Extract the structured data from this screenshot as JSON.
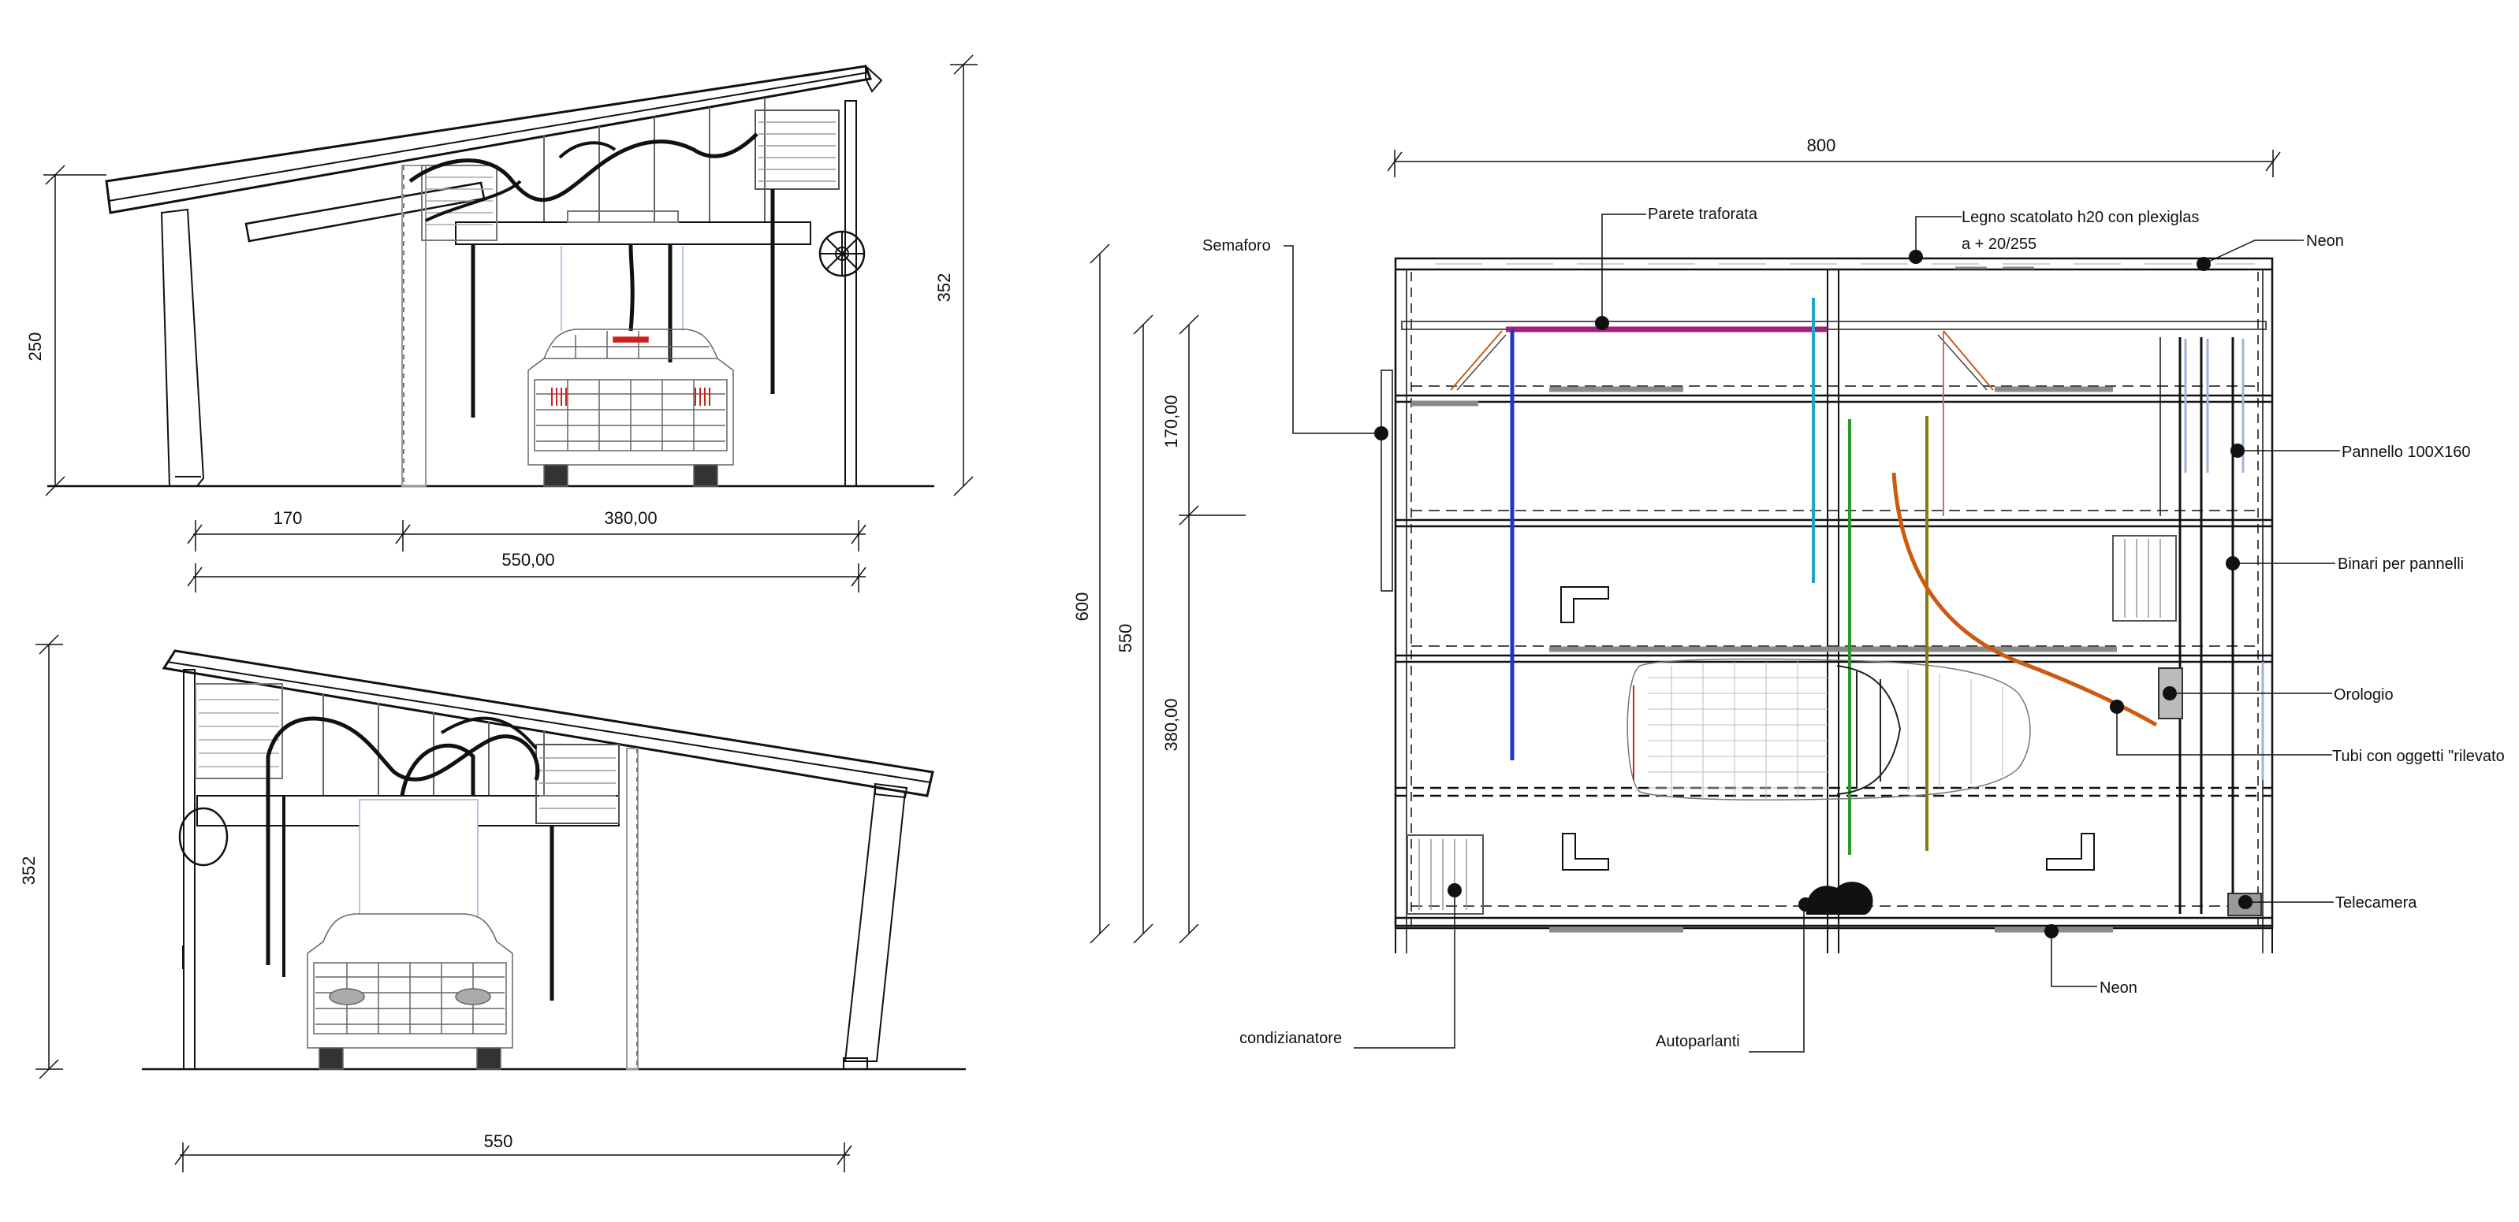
{
  "colors": {
    "ink": "#111111",
    "grey": "#8a8a8a",
    "light": "#c9d3e0",
    "magenta": "#a0207a",
    "blue": "#2233cc",
    "cyan": "#22a6c8",
    "green": "#2a9a2a",
    "olive": "#8a7a10",
    "orange": "#cc5a10",
    "red": "#cc2020"
  },
  "side_view_1": {
    "dims": {
      "height_left": "250",
      "height_right": "352",
      "width_a": "170",
      "width_b": "380,00",
      "width_total": "550,00"
    }
  },
  "side_view_2": {
    "dims": {
      "height": "352",
      "width": "550"
    }
  },
  "plan_view": {
    "dims": {
      "width_top": "800",
      "height_600": "600",
      "height_550": "550",
      "height_170": "170,00",
      "height_380": "380,00"
    },
    "labels": {
      "semaforo": "Semaforo",
      "parete": "Parete traforata",
      "legno_1": "Legno scatolato h20 con plexiglas",
      "legno_2": "a + 20/255",
      "neon_top": "Neon",
      "pannello": "Pannello 100X160",
      "binari": "Binari per pannelli",
      "orologio": "Orologio",
      "tubi": "Tubi con oggetti \"rilevato",
      "telecamera": "Telecamera",
      "neon_bottom": "Neon",
      "autoparlanti": "Autoparlanti",
      "condizionatore": "condizianatore"
    }
  }
}
